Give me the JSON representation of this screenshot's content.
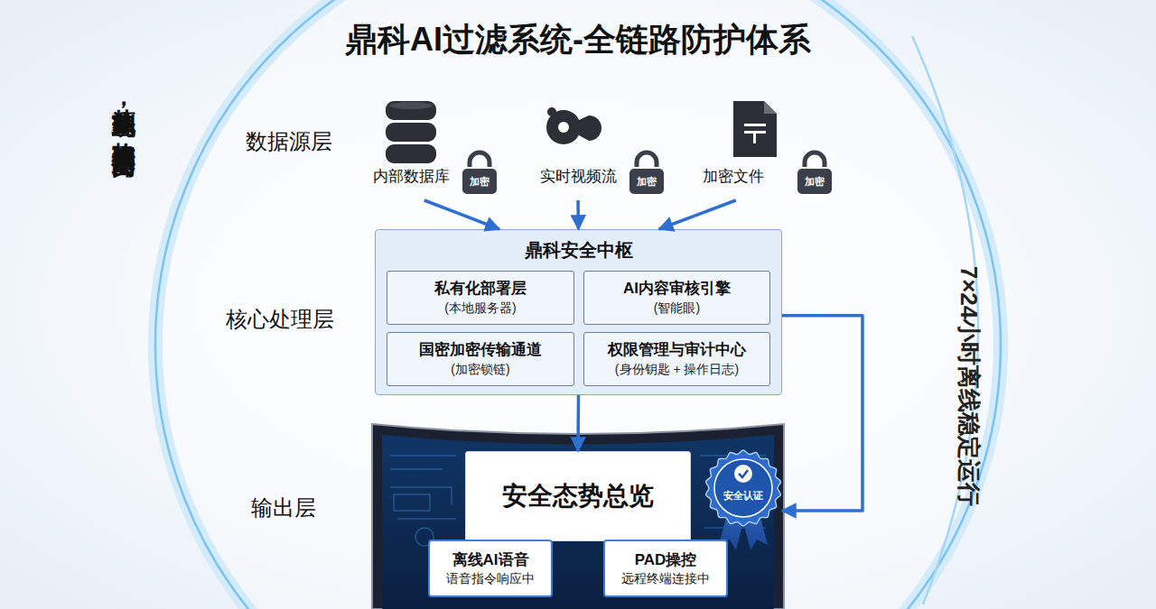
{
  "diagram": {
    "title": "鼎科AI过滤系统-全链路防护体系",
    "nodes": [
      {
        "text": [
          "内部数据库",
          "加密"
        ]
      },
      {
        "text": [
          "实时视频流",
          "加密"
        ]
      },
      {
        "text": [
          "加密文件",
          "加密"
        ]
      },
      {
        "text": [
          "鼎科安全中枢"
        ]
      },
      {
        "text": [
          "私有化部署层",
          "(本地服务器)"
        ],
        "in": 3
      },
      {
        "text": [
          "AI内容审核引擎",
          "(智能眼)"
        ],
        "in": 3
      },
      {
        "text": [
          "国密加密传输通道",
          "(加密锁链)"
        ],
        "in": 3
      },
      {
        "text": [
          "权限管理与审计中心",
          "(身份钥匙 + 操作日志)"
        ],
        "in": 3
      },
      {
        "text": [
          "安全态势总览"
        ]
      },
      {
        "text": [
          "安全认证"
        ]
      },
      {
        "text": [
          "离线AI语音",
          "语音指令响应中"
        ]
      },
      {
        "text": [
          "PAD操控",
          "远程终端连接中"
        ]
      }
    ],
    "edges": [
      {
        "from": 0,
        "to": 3,
        "arrow": "to"
      },
      {
        "from": 1,
        "to": 3,
        "arrow": "to"
      },
      {
        "from": 2,
        "to": 3,
        "arrow": "to"
      },
      {
        "from": 3,
        "to": 8,
        "arrow": "to"
      },
      {
        "from": 3,
        "to": 9,
        "arrow": "to"
      }
    ],
    "labels": [
      "从源头到呈现，构建滴水不漏的安全闭环",
      "数据源层",
      "核心处理层",
      "输出层",
      "7×24小时离线稳定运行"
    ]
  }
}
